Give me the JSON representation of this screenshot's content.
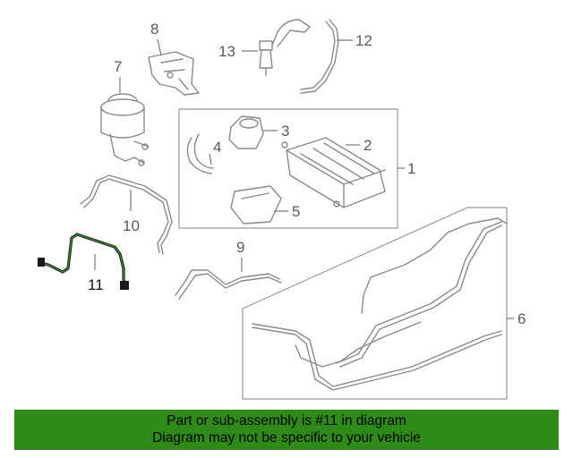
{
  "callouts": {
    "c1": "1",
    "c2": "2",
    "c3": "3",
    "c4": "4",
    "c5": "5",
    "c6": "6",
    "c7": "7",
    "c8": "8",
    "c9": "9",
    "c10": "10",
    "c11": "11",
    "c12": "12",
    "c13": "13"
  },
  "highlight_color": "#2e8b17",
  "banner": {
    "line1": "Part or sub-assembly is #11 in diagram",
    "line2": "Diagram may not be specific to your vehicle"
  }
}
